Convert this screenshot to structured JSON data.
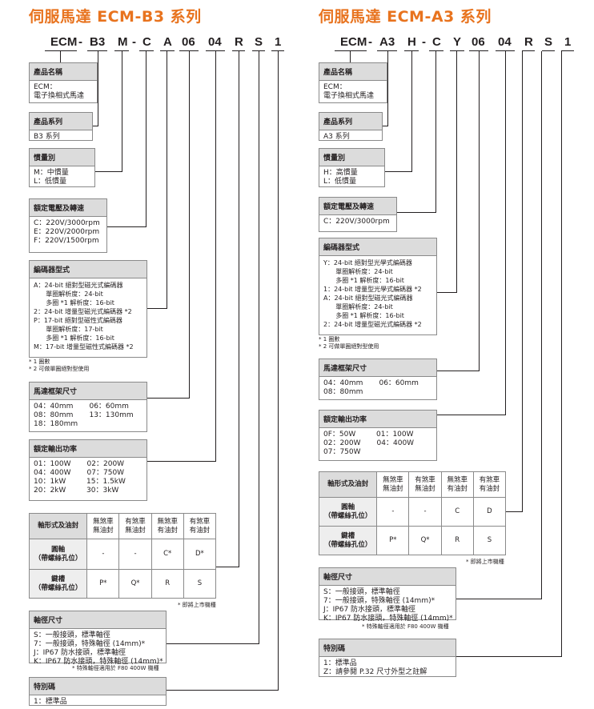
{
  "left": {
    "title": "伺服馬達 ECM-B3 系列",
    "code": [
      "ECM",
      "-",
      "B3",
      "M",
      "-",
      "C",
      "A",
      "06",
      "04",
      "R",
      "S",
      "1"
    ],
    "model_name": {
      "header": "產品名稱",
      "body": "ECM：\n電子換相式馬達"
    },
    "series": {
      "header": "產品系列",
      "body": "B3 系列"
    },
    "inertia": {
      "header": "慣量別",
      "body": "M：中慣量\nL：低慣量"
    },
    "voltage": {
      "header": "額定電壓及轉速",
      "body": "C：220V/3000rpm\nE：220V/2000rpm\nF：220V/1500rpm"
    },
    "encoder": {
      "header": "編碼器型式",
      "body": "A：24-bit 絕對型磁光式編碼器\n      單圈解析度：24-bit\n      多圈 *1 解析度：16-bit\n2：24-bit 增量型磁光式編碼器 *2\nP：17-bit 絕對型磁性式編碼器\n      單圈解析度：17-bit\n      多圈 *1 解析度：16-bit\nM：17-bit 增量型磁性式編碼器 *2"
    },
    "encoder_note": "* 1 圈數\n* 2 可做單圈絕對型使用",
    "frame": {
      "header": "馬達框架尺寸",
      "body": "04：40mm       06：60mm\n08：80mm       13：130mm\n18：180mm"
    },
    "power": {
      "header": "額定輸出功率",
      "body": "01：100W       02：200W\n04：400W       07：750W\n10：1kW         15：1.5kW\n20：2kW         30：3kW"
    },
    "shaft_table": {
      "corner": "軸形式及油封",
      "cols": [
        "無煞車\n無油封",
        "有煞車\n無油封",
        "無煞車\n有油封",
        "有煞車\n有油封"
      ],
      "rows": [
        {
          "label": "圓軸\n（帶螺絲孔位）",
          "cells": [
            "-",
            "-",
            "C*",
            "D*"
          ]
        },
        {
          "label": "鍵槽\n（帶螺絲孔位）",
          "cells": [
            "P*",
            "Q*",
            "R",
            "S"
          ]
        }
      ],
      "note": "* 即將上市機種"
    },
    "shaft_dia": {
      "header": "軸徑尺寸",
      "body": "S：一般接頭，標準軸徑\n7：一般接頭，特殊軸徑 (14mm)*\nJ：IP67 防水接頭，標準軸徑\nK：IP67 防水接頭，特殊軸徑 (14mm)*"
    },
    "shaft_dia_note": "* 特殊軸徑適用於 F80 400W 機種",
    "special": {
      "header": "特別碼",
      "body": "1：標準品"
    }
  },
  "right": {
    "title": "伺服馬達 ECM-A3 系列",
    "code": [
      "ECM",
      "-",
      "A3",
      "H",
      "-",
      "C",
      "Y",
      "06",
      "04",
      "R",
      "S",
      "1"
    ],
    "model_name": {
      "header": "產品名稱",
      "body": "ECM：\n電子換相式馬達"
    },
    "series": {
      "header": "產品系列",
      "body": "A3 系列"
    },
    "inertia": {
      "header": "慣量別",
      "body": "H：高慣量\nL：低慣量"
    },
    "voltage": {
      "header": "額定電壓及轉速",
      "body": "C：220V/3000rpm"
    },
    "encoder": {
      "header": "編碼器型式",
      "body": "Y：24-bit 絕對型光學式編碼器\n      單圈解析度：24-bit\n      多圈 *1 解析度：16-bit\n1：24-bit 增量型光學式編碼器 *2\nA：24-bit 絕對型磁光式編碼器\n      單圈解析度：24-bit\n      多圈 *1 解析度：16-bit\n2：24-bit 增量型磁光式編碼器 *2"
    },
    "encoder_note": "* 1 圈數\n* 2 可做單圈絕對型使用",
    "frame": {
      "header": "馬達框架尺寸",
      "body": "04：40mm       06：60mm\n08：80mm"
    },
    "power": {
      "header": "額定輸出功率",
      "body": "0F：50W         01：100W\n02：200W       04：400W\n07：750W"
    },
    "shaft_table": {
      "corner": "軸形式及油封",
      "cols": [
        "無煞車\n無油封",
        "有煞車\n無油封",
        "無煞車\n有油封",
        "有煞車\n有油封"
      ],
      "rows": [
        {
          "label": "圓軸\n（帶螺絲孔位）",
          "cells": [
            "-",
            "-",
            "C",
            "D"
          ]
        },
        {
          "label": "鍵槽\n（帶螺絲孔位）",
          "cells": [
            "P*",
            "Q*",
            "R",
            "S"
          ]
        }
      ],
      "note": "* 即將上市機種"
    },
    "shaft_dia": {
      "header": "軸徑尺寸",
      "body": "S：一般接頭，標準軸徑\n7：一般接頭，特殊軸徑 (14mm)*\nJ：IP67 防水接頭，標準軸徑\nK：IP67 防水接頭，特殊軸徑 (14mm)*"
    },
    "shaft_dia_note": "* 特殊軸徑適用於 F80 400W 機種",
    "special": {
      "header": "特別碼",
      "body": "1：標準品\nZ：請參閱 P.32 尺寸外型之註解"
    }
  }
}
